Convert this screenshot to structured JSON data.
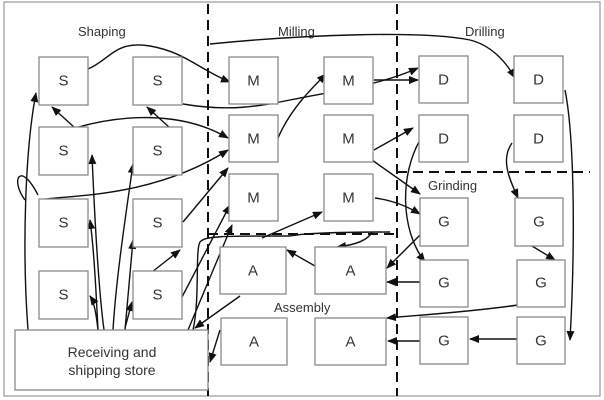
{
  "departments": {
    "shaping": "Shaping",
    "milling": "Milling",
    "drilling": "Drilling",
    "grinding": "Grinding",
    "assembly": "Assembly"
  },
  "machine_labels": {
    "shaping": "S",
    "milling": "M",
    "drilling": "D",
    "grinding": "G",
    "assembly": "A"
  },
  "store": {
    "line1": "Receiving and",
    "line2": "shipping store"
  },
  "colors": {
    "box_stroke": "#8a8a8a",
    "line": "#111111",
    "text": "#333333"
  }
}
